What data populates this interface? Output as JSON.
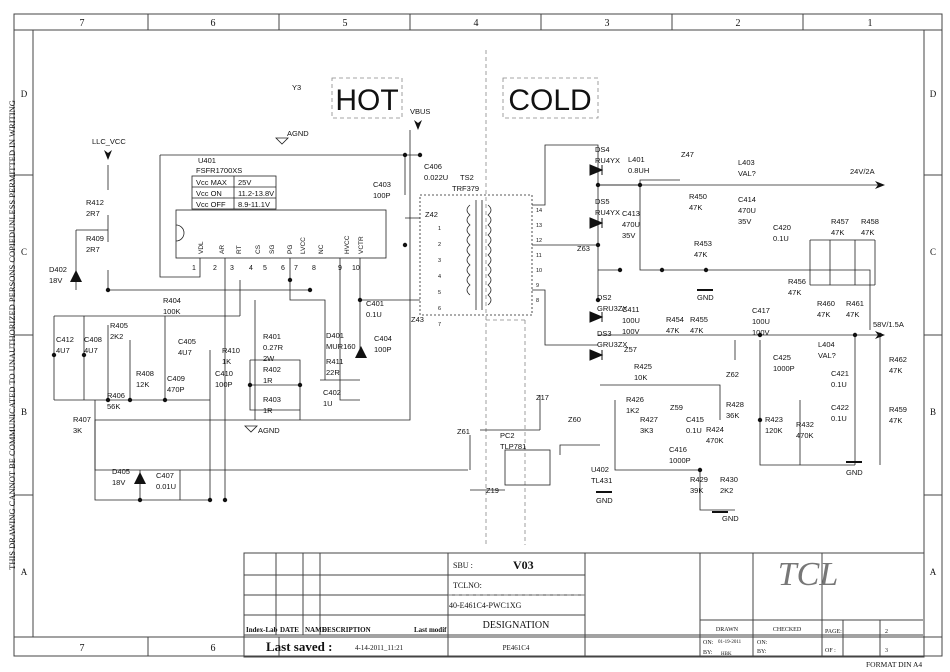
{
  "border": {
    "columns": [
      "7",
      "6",
      "5",
      "4",
      "3",
      "2",
      "1"
    ],
    "bottom_columns": [
      "7",
      "6"
    ],
    "rows": [
      "D",
      "C",
      "B",
      "A"
    ],
    "side_note": "THIS DRAWING CANNOT BE COMMUNICATED TO UNAUTHORIZED PERSONS COPIEDUNLESS  PERMITTED IN WRITING"
  },
  "zones": {
    "hot": "HOT",
    "cold": "COLD"
  },
  "nets": {
    "y3": "Y3",
    "agnd": "AGND",
    "agnd2": "AGND",
    "vbus": "VBUS",
    "llc_vcc": "LLC_VCC",
    "out24": "24V/2A",
    "out58": "58V/1.5A",
    "gnd1": "GND",
    "gnd2": "GND",
    "gnd3": "GND",
    "gnd4": "GND"
  },
  "u401": {
    "ref": "U401",
    "part": "FSFR1700XS",
    "table": [
      [
        "Vcc MAX",
        "25V"
      ],
      [
        "Vcc  ON",
        "11.2-13.8V"
      ],
      [
        "Vcc OFF",
        "8.9-11.1V"
      ]
    ],
    "pins": [
      {
        "num": "1",
        "name": "VDL"
      },
      {
        "num": "2",
        "name": "AR"
      },
      {
        "num": "3",
        "name": "RT"
      },
      {
        "num": "4",
        "name": "CS"
      },
      {
        "num": "5",
        "name": "SG"
      },
      {
        "num": "6",
        "name": "PG"
      },
      {
        "num": "7",
        "name": "LVCC"
      },
      {
        "num": "8",
        "name": "NC"
      },
      {
        "num": "9",
        "name": "HVCC"
      },
      {
        "num": "10",
        "name": "VCTR"
      }
    ]
  },
  "transformer": {
    "ref": "TS2",
    "part": "TRF379",
    "pins": [
      "1",
      "2",
      "3",
      "4",
      "5",
      "6",
      "7",
      "14",
      "13",
      "12",
      "11",
      "10",
      "9",
      "8"
    ]
  },
  "components": {
    "R412": [
      "R412",
      "2R7"
    ],
    "R409": [
      "R409",
      "2R7"
    ],
    "D402": [
      "D402",
      "18V"
    ],
    "R404": [
      "R404",
      "100K"
    ],
    "R405": [
      "R405",
      "2K2"
    ],
    "C412": [
      "C412",
      "4U7"
    ],
    "C408": [
      "C408",
      "4U7"
    ],
    "C405": [
      "C405",
      "4U7"
    ],
    "R410": [
      "R410",
      "1K"
    ],
    "R401": [
      "R401",
      "0.27R",
      "2W"
    ],
    "R402": [
      "R402",
      "1R"
    ],
    "R403": [
      "R403",
      "1R"
    ],
    "R408": [
      "R408",
      "12K"
    ],
    "C409": [
      "C409",
      "470P"
    ],
    "C410": [
      "C410",
      "100P"
    ],
    "R406": [
      "R406",
      "56K"
    ],
    "R407": [
      "R407",
      "3K"
    ],
    "D405": [
      "D405",
      "18V"
    ],
    "C407": [
      "C407",
      "0.01U"
    ],
    "C406": [
      "C406",
      "0.022U"
    ],
    "C403": [
      "C403",
      "100P"
    ],
    "C401": [
      "C401",
      "0.1U"
    ],
    "D401": [
      "D401",
      "MUR160"
    ],
    "C404": [
      "C404",
      "100P"
    ],
    "R411": [
      "R411",
      "22R"
    ],
    "C402": [
      "C402",
      "1U"
    ],
    "PC2": [
      "PC2",
      "TLP781"
    ],
    "U402": [
      "U402",
      "TL431"
    ],
    "R425": [
      "R425",
      "10K"
    ],
    "R426": [
      "R426",
      "1K2"
    ],
    "R427": [
      "R427",
      "3K3"
    ],
    "C415": [
      "C415",
      "0.1U"
    ],
    "C416": [
      "C416",
      "1000P"
    ],
    "R428": [
      "R428",
      "36K"
    ],
    "R424": [
      "R424",
      "470K"
    ],
    "R423": [
      "R423",
      "120K"
    ],
    "R432": [
      "R432",
      "470K"
    ],
    "R429": [
      "R429",
      "39K"
    ],
    "R430": [
      "R430",
      "2K2"
    ],
    "DS4": [
      "DS4",
      "RU4YX"
    ],
    "DS5": [
      "DS5",
      "RU4YX"
    ],
    "DS2": [
      "DS2",
      "GRU3ZX"
    ],
    "DS3": [
      "DS3",
      "GRU3ZX"
    ],
    "C413": [
      "C413",
      "470U",
      "35V"
    ],
    "C411": [
      "C411",
      "100U",
      "100V"
    ],
    "L401": [
      "L401",
      "0.8UH"
    ],
    "R450": [
      "R450",
      "47K"
    ],
    "R453": [
      "R453",
      "47K"
    ],
    "R454": [
      "R454",
      "47K"
    ],
    "R455": [
      "R455",
      "47K"
    ],
    "L403": [
      "L403",
      "VAL?"
    ],
    "C414": [
      "C414",
      "470U",
      "35V"
    ],
    "C420": [
      "C420",
      "0.1U"
    ],
    "R457": [
      "R457",
      "47K"
    ],
    "R458": [
      "R458",
      "47K"
    ],
    "R456": [
      "R456",
      "47K"
    ],
    "R460": [
      "R460",
      "47K"
    ],
    "R461": [
      "R461",
      "47K"
    ],
    "C417": [
      "C417",
      "100U",
      "100V"
    ],
    "L404": [
      "L404",
      "VAL?"
    ],
    "C425": [
      "C425",
      "1000P"
    ],
    "C421": [
      "C421",
      "0.1U"
    ],
    "C422": [
      "C422",
      "0.1U"
    ],
    "R462": [
      "R462",
      "47K"
    ],
    "R459": [
      "R459",
      "47K"
    ]
  },
  "testpoints": {
    "Z42": "Z42",
    "Z43": "Z43",
    "Z61": "Z61",
    "Z19": "Z19",
    "Z17": "Z17",
    "Z60": "Z60",
    "Z62": "Z62",
    "Z59": "Z59",
    "Z63": "Z63",
    "Z57": "Z57",
    "Z47": "Z47"
  },
  "title_block": {
    "sbu_label": "SBU :",
    "sbu_value": "V03",
    "tclno_label": "TCLNO:",
    "tclno_value": "40-E461C4-PWC1XG",
    "designation_label": "DESIGNATION",
    "designation_value": "PE461C4",
    "rev_headers": [
      "Index-Lab",
      "DATE",
      "NAME",
      "DESCRIPTION",
      "Last modif"
    ],
    "last_saved_label": "Last saved :",
    "last_saved_value": "4-14-2011_11:21",
    "logo": "TCL",
    "drawn_label": "DRAWN",
    "drawn_on_label": "ON:",
    "drawn_on": "01-19-2011",
    "drawn_by_label": "BY:",
    "drawn_by": "HBK",
    "checked_label": "CHECKED",
    "checked_on_label": "ON:",
    "checked_by_label": "BY:",
    "page_label": "PAGE:",
    "page": "2",
    "of_label": "OF :",
    "of": "3",
    "format": "FORMAT DIN A4"
  }
}
